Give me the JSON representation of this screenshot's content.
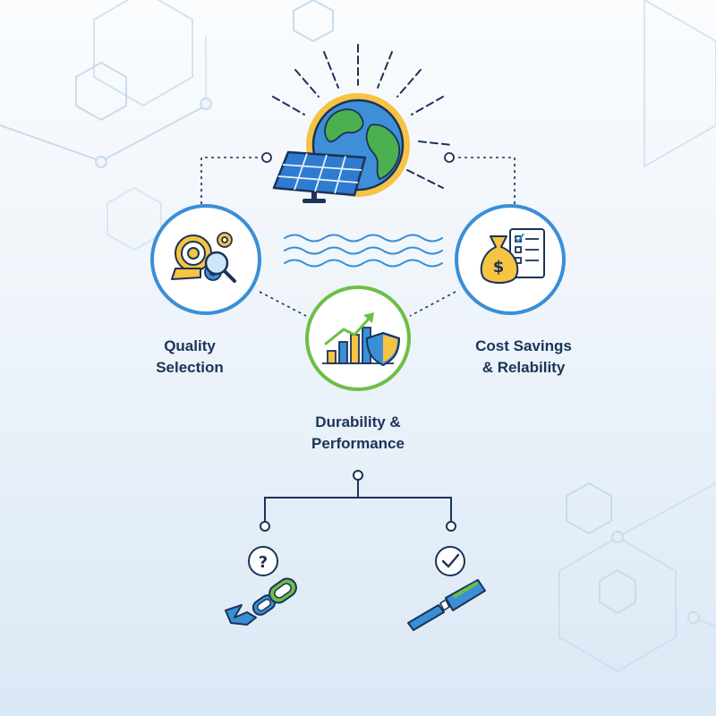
{
  "labels": {
    "quality": {
      "line1": "Quality",
      "line2": "Selection"
    },
    "cost": {
      "line1": "Cost Savings",
      "line2": "& Relability"
    },
    "durability": {
      "line1": "Durability &",
      "line2": "Performance"
    }
  },
  "icons": {
    "top": [
      "globe-icon",
      "sun-rays-icon",
      "solar-panel-icon"
    ],
    "quality": [
      "target-icon",
      "gear-icon",
      "magnifier-icon",
      "tape-icon"
    ],
    "cost": [
      "money-bag-icon",
      "checklist-icon"
    ],
    "durability": [
      "bar-chart-icon",
      "trend-arrow-icon",
      "shield-icon"
    ],
    "left_branch": [
      "question-icon",
      "broken-chain-icon"
    ],
    "right_branch": [
      "check-icon",
      "intact-connector-icon"
    ]
  },
  "colors": {
    "navy": "#1b3358",
    "blue": "#3a8fd6",
    "green": "#6cbf44",
    "yellow": "#f6c343",
    "ocean": "#3f8fd8",
    "land": "#4caf50"
  }
}
